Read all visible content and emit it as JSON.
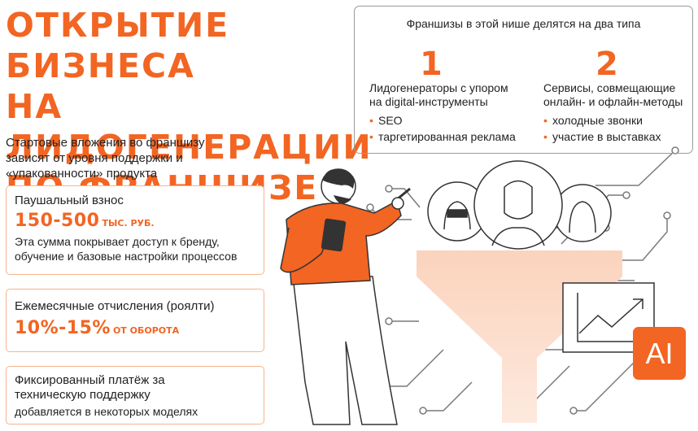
{
  "title": {
    "line1": "ОТКРЫТИЕ БИЗНЕСА",
    "line2": "НА ЛИДОГЕНЕРАЦИИ",
    "line3": "ПО ФРАНШИЗЕ"
  },
  "subtitle": "Стартовые вложения во франшизу зависят от уровня поддержки и «упакованности» продукта",
  "cards": [
    {
      "heading": "Паушальный взнос",
      "value": "150-500",
      "unit": "ТЫС. РУБ.",
      "desc": "Эта сумма покрывает доступ к бренду, обучение и базовые настройки процессов"
    },
    {
      "heading": "Ежемесячные отчисления (роялти)",
      "value": "10%-15%",
      "unit": "ОТ ОБОРОТА"
    },
    {
      "heading": "Фиксированный платёж за техническую поддержку",
      "desc": "добавляется в некоторых моделях"
    }
  ],
  "types": {
    "title": "Франшизы в этой нише делятся на два типа",
    "type1": {
      "number": "1",
      "desc": "Лидогенераторы с упором на digital-инструменты",
      "items": [
        "SEO",
        "таргетированная реклама"
      ]
    },
    "type2": {
      "number": "2",
      "desc": "Сервисы, совмещающие онлайн- и офлайн-методы",
      "items": [
        "холодные звонки",
        "участие в выставках"
      ]
    }
  },
  "ai_badge": "AI",
  "colors": {
    "accent": "#f26522",
    "light_accent": "#f6b48e",
    "funnel": "#fbd8c3"
  }
}
